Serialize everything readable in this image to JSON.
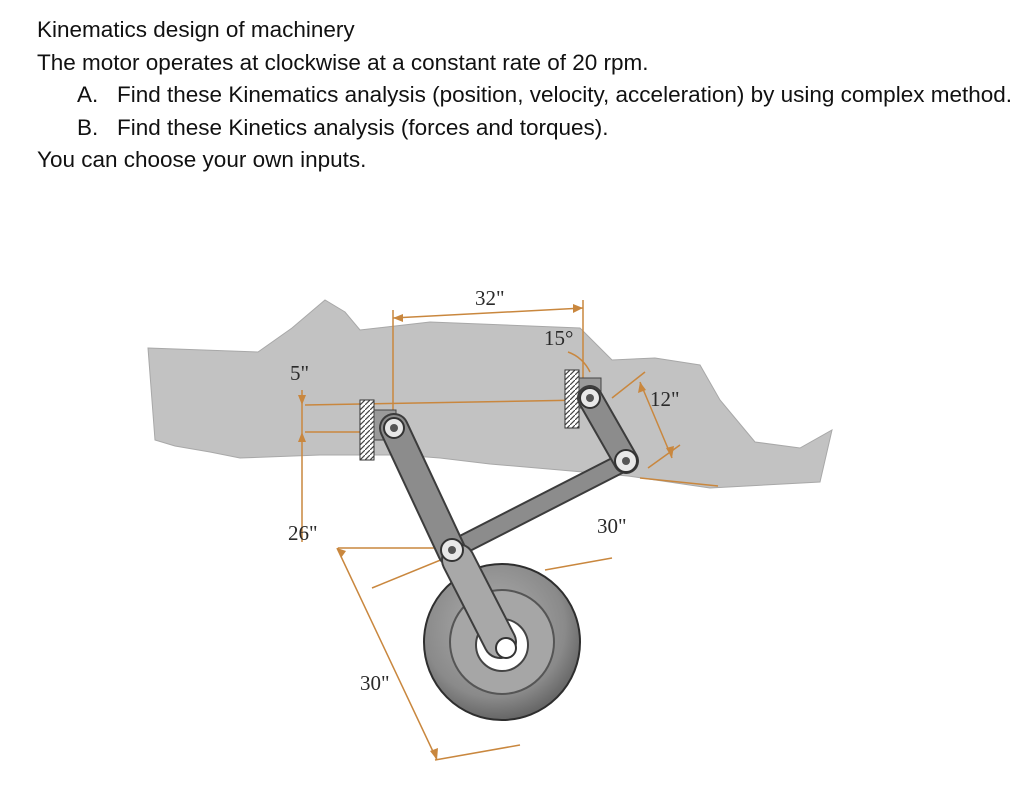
{
  "document": {
    "title": "Kinematics design of machinery",
    "intro": "The motor operates at clockwise at a constant rate of 20 rpm.",
    "items": [
      {
        "marker": "A.",
        "text": "Find these Kinematics analysis (position, velocity, acceleration) by using complex method."
      },
      {
        "marker": "B.",
        "text": "Find these Kinetics analysis (forces and torques)."
      }
    ],
    "closing": "You can choose your own inputs."
  },
  "diagram": {
    "labels": {
      "offset_height": "5\"",
      "top_span": "32\"",
      "angle": "15°",
      "crank_length": "12\"",
      "coupler_length": "30\"",
      "upper_leg": "26\"",
      "lower_leg": "30\""
    },
    "colors": {
      "body": "#c2c2c2",
      "dimension": "#c9873e",
      "link": "#8c8c8c",
      "link_edge": "#3c3c3c",
      "tire": "#6a6a6a"
    }
  }
}
